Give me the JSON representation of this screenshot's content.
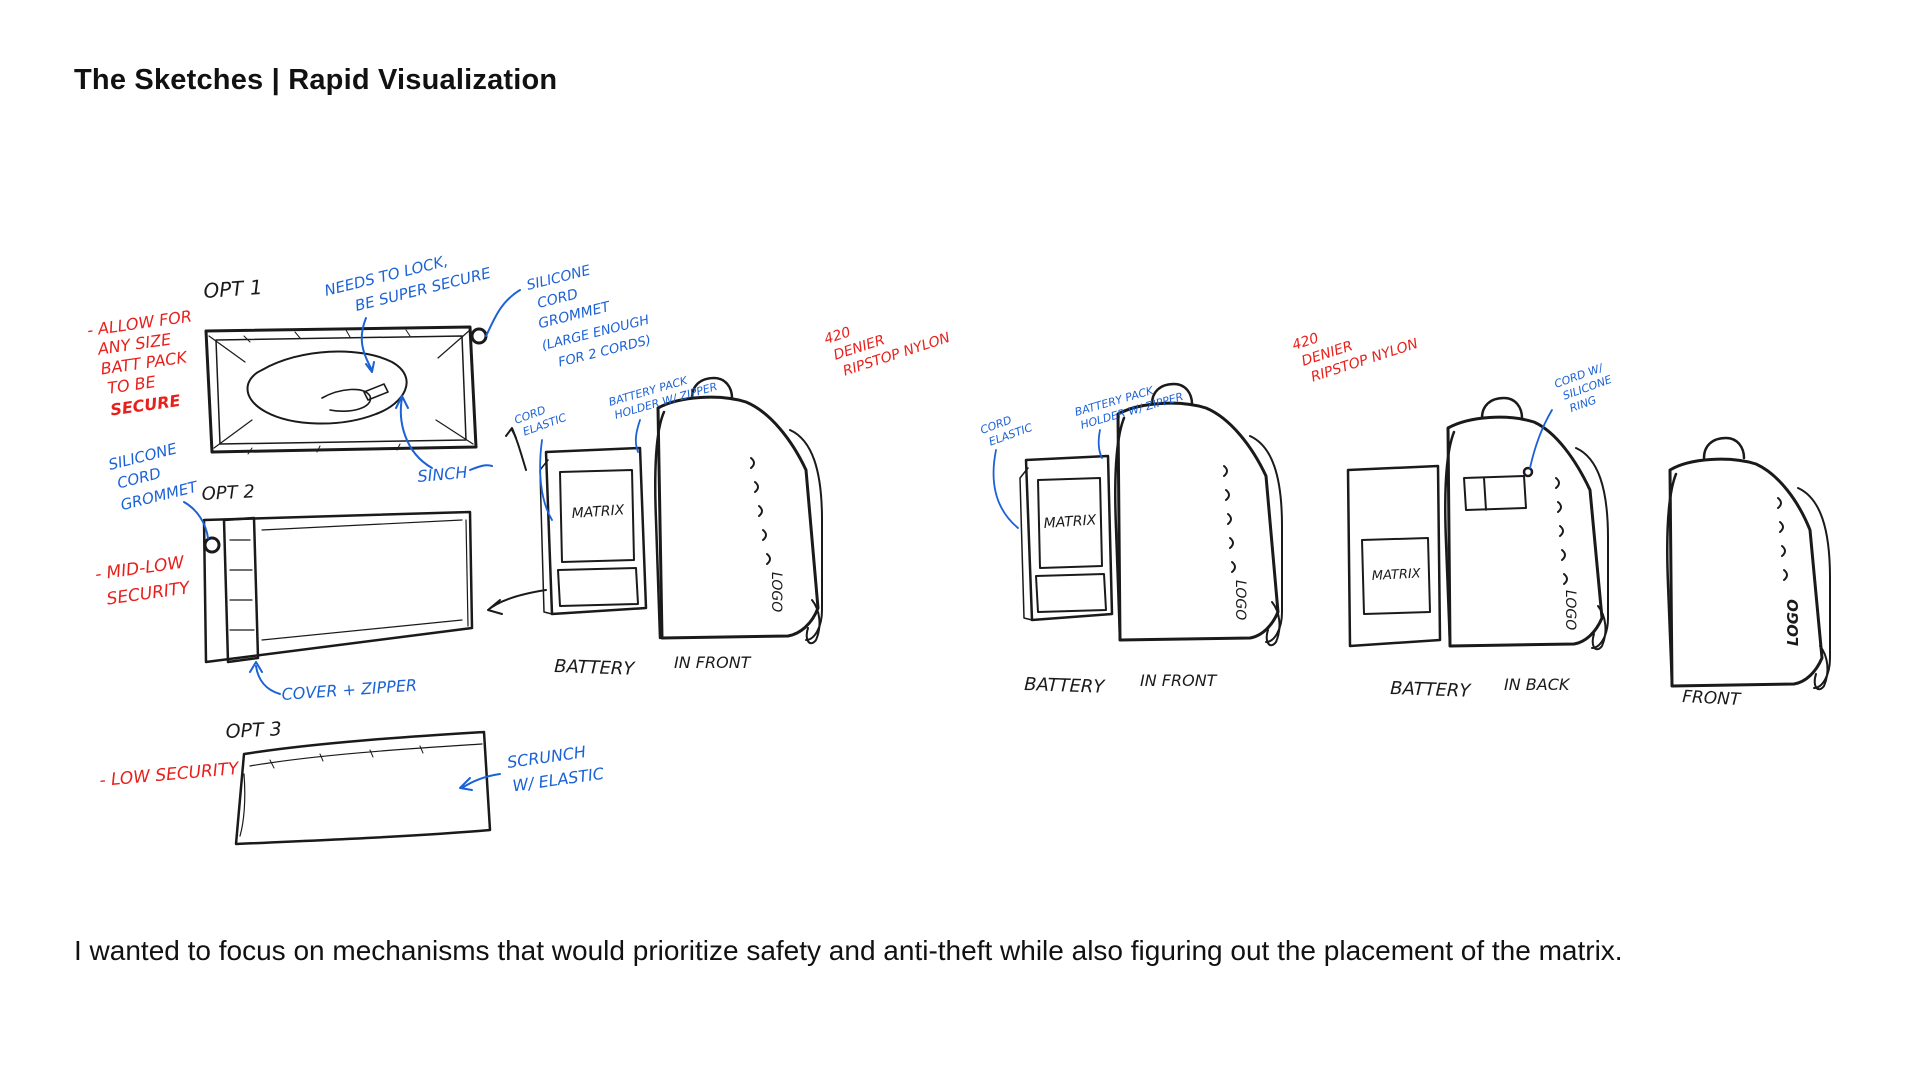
{
  "title": "The Sketches | Rapid Visualization",
  "caption": "I wanted to focus on mechanisms that would prioritize safety and anti-theft while also figuring out the placement of the matrix.",
  "colors": {
    "ink": "#1a1a1a",
    "annotation_blue": "#1b62d6",
    "annotation_red": "#e8201c"
  },
  "option1": {
    "label": "OPT 1",
    "red_note": [
      "- ALLOW FOR",
      "ANY SIZE",
      "BATT PACK",
      "TO BE",
      "SECURE"
    ],
    "blue_note_lock": [
      "NEEDS TO LOCK,",
      "BE SUPER SECURE"
    ],
    "blue_note_grommet": [
      "SILICONE",
      "CORD",
      "GROMMET",
      "(LARGE ENOUGH",
      "FOR 2 CORDS)"
    ],
    "blue_note_sinch": "SINCH"
  },
  "option2": {
    "label": "OPT 2",
    "blue_note_grommet": [
      "SILICONE",
      "CORD",
      "GROMMET"
    ],
    "red_note": [
      "- MID-LOW",
      "SECURITY"
    ],
    "blue_note_cover": "COVER + ZIPPER"
  },
  "option3": {
    "label": "OPT 3",
    "red_note": "- LOW SECURITY",
    "blue_note": [
      "SCRUNCH",
      "W/ ELASTIC"
    ]
  },
  "backpack_1": {
    "red_note": [
      "420",
      "DENIER",
      "RIPSTOP NYLON"
    ],
    "blue_cord": [
      "CORD",
      "ELASTIC"
    ],
    "blue_battery": [
      "BATTERY PACK",
      "HOLDER W/ ZIPPER"
    ],
    "matrix_label": "MATRIX",
    "logo": "LOGO",
    "caption_left": "BATTERY",
    "caption_right": "IN FRONT"
  },
  "backpack_2": {
    "red_note": [
      "420",
      "DENIER",
      "RIPSTOP NYLON"
    ],
    "blue_cord": [
      "CORD",
      "ELASTIC"
    ],
    "blue_battery": [
      "BATTERY PACK",
      "HOLDER W/ ZIPPER"
    ],
    "matrix_label": "MATRIX",
    "logo": "LOGO",
    "caption_left": "BATTERY",
    "caption_right": "IN FRONT"
  },
  "backpack_3": {
    "blue_cord": [
      "CORD W/",
      "SILICONE",
      "RING"
    ],
    "matrix_label": "MATRIX",
    "logo": "LOGO",
    "caption_left": "BATTERY",
    "caption_right": "IN BACK"
  },
  "backpack_4": {
    "logo": "LOGO",
    "caption": "FRONT"
  }
}
